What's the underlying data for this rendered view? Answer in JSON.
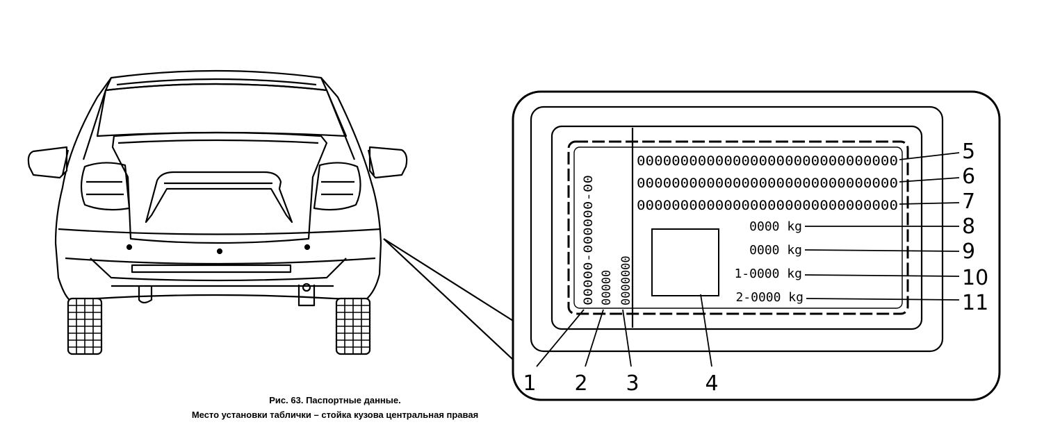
{
  "plate": {
    "vin_lines": [
      "000000000000000000000000000000",
      "000000000000000000000000000000",
      "000000000000000000000000000000"
    ],
    "weights": [
      "0000 kg",
      "0000 kg",
      "1-0000 kg",
      "2-0000 kg"
    ],
    "vertical_codes": [
      "00000-000000-00",
      "00000",
      "0000000"
    ]
  },
  "callouts": {
    "left": [
      "1",
      "2",
      "3",
      "4"
    ],
    "right": [
      "5",
      "6",
      "7",
      "8",
      "9",
      "10",
      "11"
    ]
  },
  "caption": {
    "line1": "Рис. 63. Паспортные данные.",
    "line2": "Место установки таблички – стойка кузова центральная правая"
  }
}
